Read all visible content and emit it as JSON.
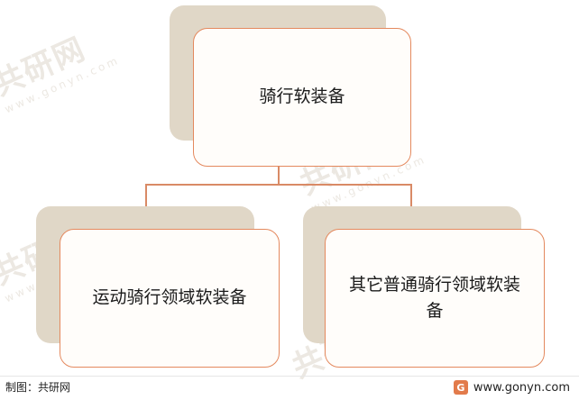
{
  "diagram": {
    "root": "骑行软装备",
    "children": [
      "运动骑行领域软装备",
      "其它普通骑行领域软装备"
    ]
  },
  "watermark": {
    "brand": "共研网",
    "url": "www.gonyn.com"
  },
  "footer": {
    "source": "制图：共研网",
    "website": "www.gonyn.com",
    "logo_letter": "G"
  },
  "colors": {
    "border": "#e4895e",
    "shadow": "#e0d7c7",
    "connector": "#d98a66"
  }
}
